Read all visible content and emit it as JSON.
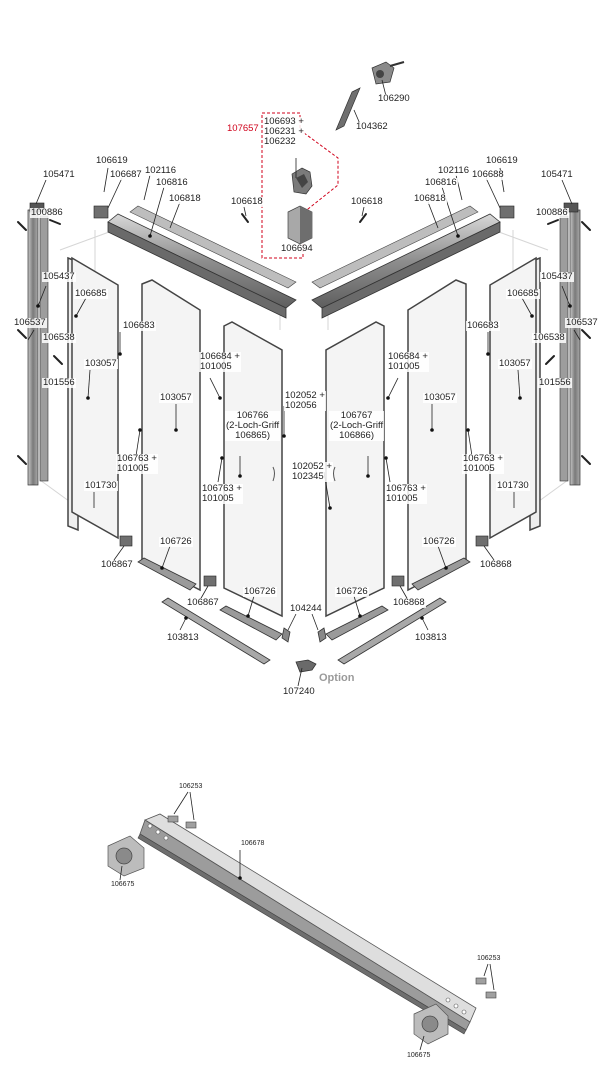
{
  "diagram": {
    "option_label": "Option",
    "highlight_color": "#d0021b",
    "labels": {
      "p106290": "106290",
      "p104362": "104362",
      "p107657": "107657",
      "p106693": "106693 +\n106231 +\n106232",
      "p106619L": "106619",
      "p106687": "106687",
      "p105471L": "105471",
      "p102116L": "102116",
      "p106816L": "106816",
      "p106818L": "106818",
      "p100886L": "100886",
      "p106618L": "106618",
      "p106694": "106694",
      "p106618R": "106618",
      "p102116R": "102116",
      "p106816R": "106816",
      "p106818R": "106818",
      "p106619R": "106619",
      "p106688": "106688",
      "p105471R": "105471",
      "p100886R": "100886",
      "p105437L": "105437",
      "p106685L": "106685",
      "p106537L": "106537",
      "p106538L": "106538",
      "p106683L": "106683",
      "p101556L": "101556",
      "p103057L": "103057",
      "p106684L": "106684 +\n101005",
      "p103057Lm": "103057",
      "p106766": "106766\n(2-Loch-Griff\n106865)",
      "p102052a": "102052 +\n102056",
      "p106763L1": "106763 +\n101005",
      "p106763L2": "106763 +\n101005",
      "p101730L": "101730",
      "p106867a": "106867",
      "p106726L1": "106726",
      "p106867b": "106867",
      "p106726L2": "106726",
      "p103813L": "103813",
      "p105437R": "105437",
      "p106685R": "106685",
      "p106537R": "106537",
      "p106538R": "106538",
      "p106683R": "106683",
      "p101556R": "101556",
      "p103057R": "103057",
      "p106684R": "106684 +\n101005",
      "p103057Rm": "103057",
      "p106767": "106767\n(2-Loch-Griff\n106866)",
      "p102052b": "102052 +\n102345",
      "p106763R1": "106763 +\n101005",
      "p106763R2": "106763 +\n101005",
      "p101730R": "101730",
      "p106868a": "106868",
      "p106726R1": "106726",
      "p106868b": "106868",
      "p106726R2": "106726",
      "p103813R": "103813",
      "p104244": "104244",
      "p107240": "107240",
      "q106253a": "106253",
      "q106678": "106678",
      "q106675a": "106675",
      "q106253b": "106253",
      "q106675b": "106675"
    }
  }
}
